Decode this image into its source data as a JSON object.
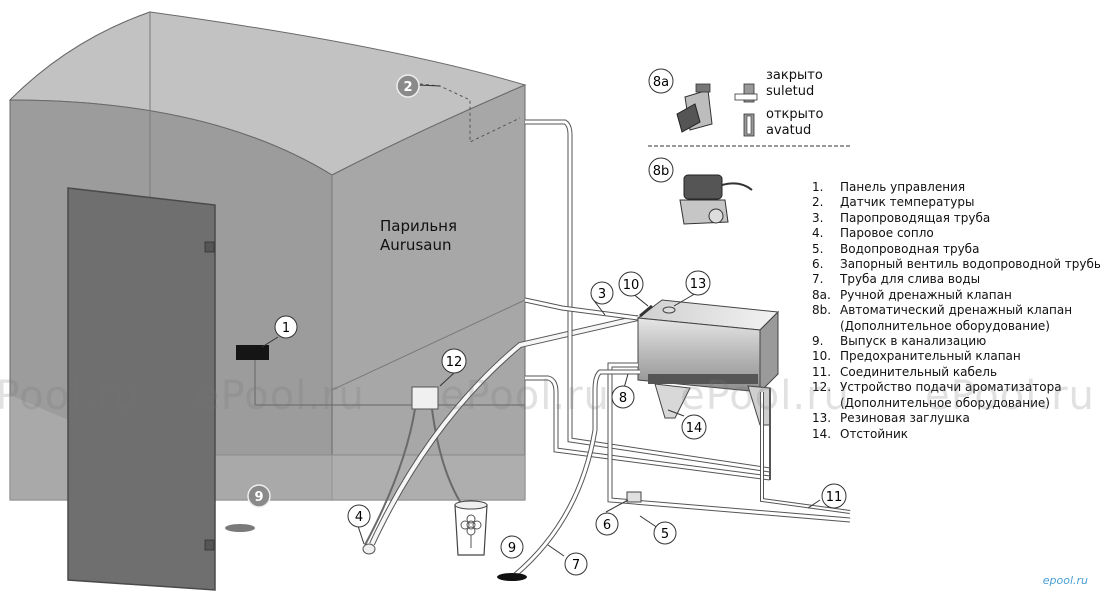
{
  "room": {
    "title": "Парильня",
    "subtitle": "Aurusaun"
  },
  "callouts": {
    "c1": "1",
    "c2": "2",
    "c3": "3",
    "c4": "4",
    "c5": "5",
    "c6": "6",
    "c7": "7",
    "c8": "8",
    "c8a": "8a",
    "c8b": "8b",
    "c9a": "9",
    "c9b": "9",
    "c10": "10",
    "c11": "11",
    "c12": "12",
    "c13": "13",
    "c14": "14"
  },
  "valve_states": {
    "closed_ru": "закрыто",
    "closed_et": "suletud",
    "open_ru": "открыто",
    "open_et": "avatud"
  },
  "legend": [
    {
      "num": "1.",
      "text": "Панель управления"
    },
    {
      "num": "2.",
      "text": "Датчик температуры"
    },
    {
      "num": "3.",
      "text": "Паропроводящая труба"
    },
    {
      "num": "4.",
      "text": "Паровое сопло"
    },
    {
      "num": "5.",
      "text": "Водопроводная труба"
    },
    {
      "num": "6.",
      "text": "Запорный вентиль водопроводной трубы"
    },
    {
      "num": "7.",
      "text": "Труба для слива воды"
    },
    {
      "num": "8a.",
      "text": "Ручной дренажный клапан"
    },
    {
      "num": "8b.",
      "text": "Автоматический дренажный клапан",
      "note": "(Дополнительное оборудование)"
    },
    {
      "num": "9.",
      "text": "Выпуск в канализацию"
    },
    {
      "num": "10.",
      "text": "Предохранительный клапан"
    },
    {
      "num": "11.",
      "text": "Соединительный кабель"
    },
    {
      "num": "12.",
      "text": "Устройство подачи ароматизатора",
      "note": "(Дополнительное оборудование)"
    },
    {
      "num": "13.",
      "text": "Резиновая заглушка"
    },
    {
      "num": "14.",
      "text": "Отстойник"
    }
  ],
  "watermark": "ePool.ru",
  "logo": "epool.ru"
}
